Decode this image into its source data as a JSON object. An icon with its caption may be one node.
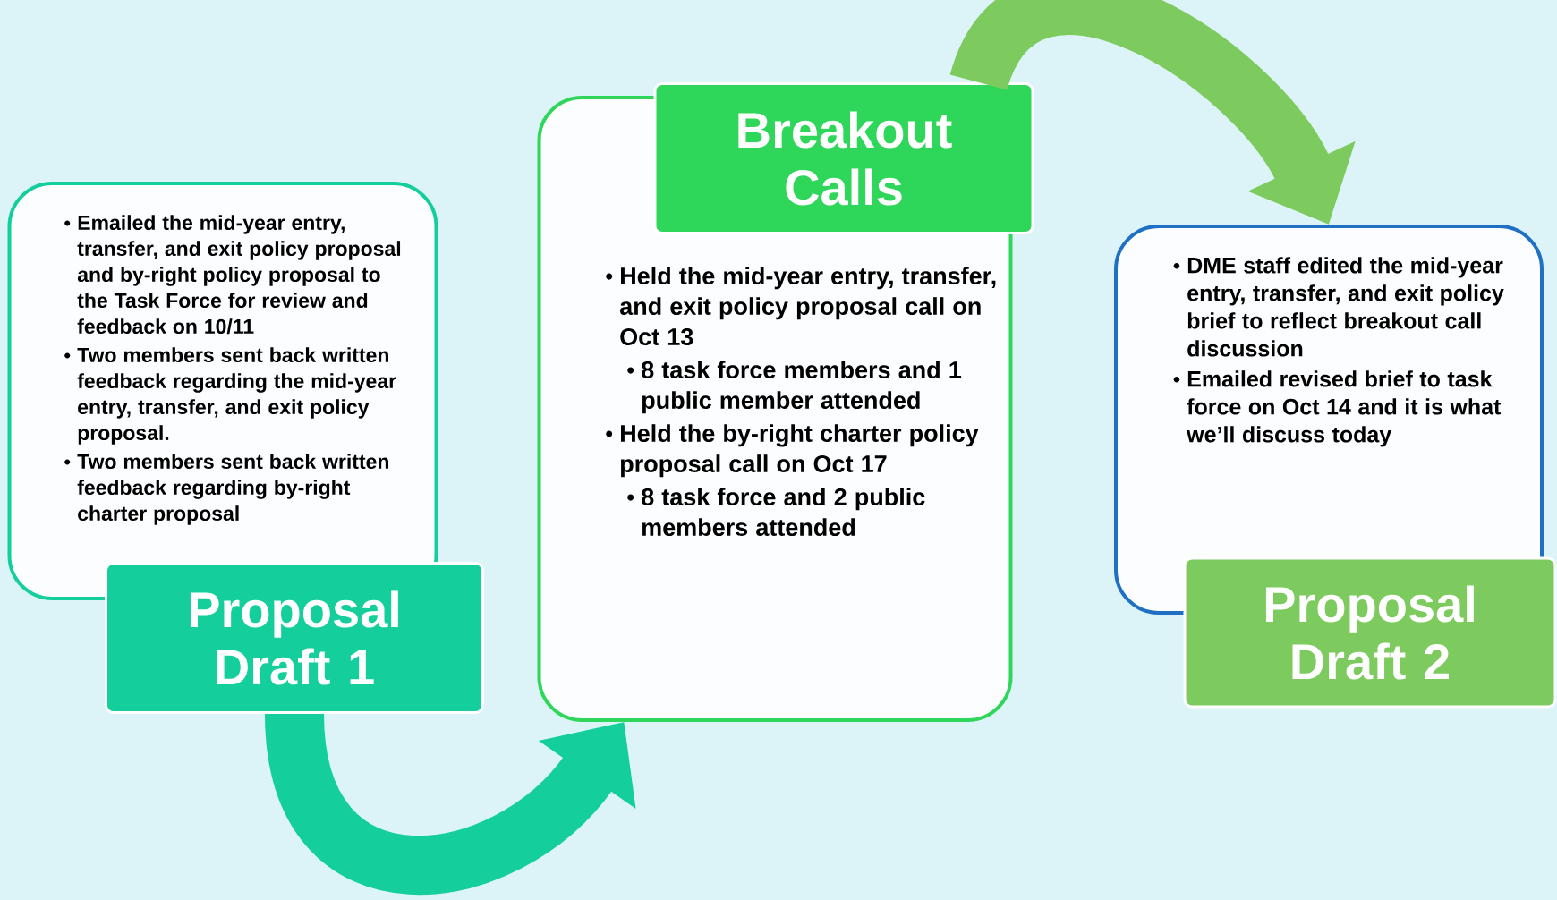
{
  "diagram": {
    "nodes": [
      {
        "text": [
          "Emailed the mid-year entry, transfer, and exit policy proposal and by-right policy proposal to the Task Force for review and feedback on 10/11",
          "Two members sent back written feedback regarding the mid-year entry, transfer, and exit policy proposal.",
          "Two members sent back written feedback regarding by-right charter proposal",
          "Proposal Draft 1"
        ]
      },
      {
        "text": [
          "Breakout Calls",
          "Held the mid-year entry, transfer, and exit policy proposal call on Oct 13",
          "8 task force members and 1 public member attended",
          "Held the by-right charter policy proposal call on Oct 17",
          "8 task force and 2 public members attended"
        ]
      },
      {
        "text": [
          "DME staff edited the mid-year entry, transfer, and exit policy brief to reflect breakout call discussion",
          "Emailed revised brief to task force on Oct 14 and it is what we’ll discuss today",
          "Proposal Draft 2"
        ]
      }
    ],
    "edges": [
      {
        "from": 0,
        "to": 1,
        "arrow": "to",
        "color": "#14cf9b"
      },
      {
        "from": 1,
        "to": 2,
        "arrow": "to",
        "color": "#7dcb5f"
      }
    ]
  }
}
